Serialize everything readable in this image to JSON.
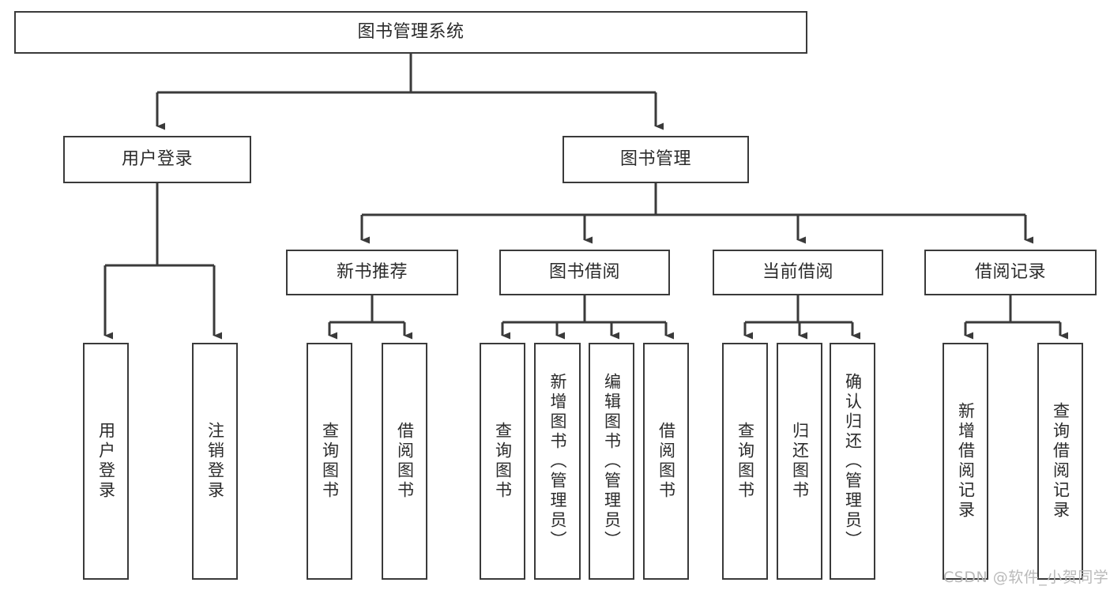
{
  "diagram": {
    "title": "图书管理系统",
    "type": "tree-hierarchy-diagram",
    "orientation": "top-down",
    "watermark": "CSDN @软件_小贺同学",
    "colors": {
      "box_border": "#3a3a3a",
      "box_fill": "#ffffff",
      "edge": "#3a3a3a",
      "text": "#2b2b2b",
      "watermark": "#b9b9b9",
      "background": "#ffffff"
    },
    "nodes": {
      "root": {
        "label": "图书管理系统",
        "level": 0
      },
      "level1": [
        {
          "id": "user-login",
          "label": "用户登录"
        },
        {
          "id": "book-manage",
          "label": "图书管理"
        }
      ],
      "level2": [
        {
          "id": "new-book-recommend",
          "label": "新书推荐",
          "parent": "book-manage"
        },
        {
          "id": "book-borrow",
          "label": "图书借阅",
          "parent": "book-manage"
        },
        {
          "id": "current-borrow",
          "label": "当前借阅",
          "parent": "book-manage"
        },
        {
          "id": "borrow-record",
          "label": "借阅记录",
          "parent": "book-manage"
        }
      ],
      "leaves": [
        {
          "id": "leaf-user-login",
          "label": "用户登录",
          "parent": "user-login"
        },
        {
          "id": "leaf-logout",
          "label": "注销登录",
          "parent": "user-login"
        },
        {
          "id": "leaf-query-book-1",
          "label": "查询图书",
          "parent": "new-book-recommend"
        },
        {
          "id": "leaf-borrow-book-1",
          "label": "借阅图书",
          "parent": "new-book-recommend"
        },
        {
          "id": "leaf-query-book-2",
          "label": "查询图书",
          "parent": "book-borrow"
        },
        {
          "id": "leaf-add-book",
          "label": "新增图书（管理员）",
          "parent": "book-borrow"
        },
        {
          "id": "leaf-edit-book",
          "label": "编辑图书（管理员）",
          "parent": "book-borrow"
        },
        {
          "id": "leaf-borrow-book-2",
          "label": "借阅图书",
          "parent": "book-borrow"
        },
        {
          "id": "leaf-query-book-3",
          "label": "查询图书",
          "parent": "current-borrow"
        },
        {
          "id": "leaf-return-book",
          "label": "归还图书",
          "parent": "current-borrow"
        },
        {
          "id": "leaf-confirm-return",
          "label": "确认归还（管理员）",
          "parent": "current-borrow"
        },
        {
          "id": "leaf-add-record",
          "label": "新增借阅记录",
          "parent": "borrow-record"
        },
        {
          "id": "leaf-query-record",
          "label": "查询借阅记录",
          "parent": "borrow-record"
        }
      ]
    }
  }
}
